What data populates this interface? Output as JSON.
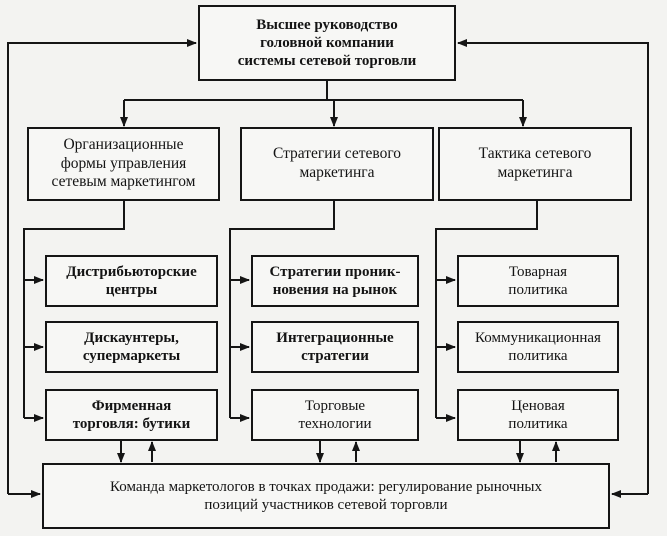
{
  "diagram": {
    "top": {
      "label": "Высшее руководство\nголовной компании\nсистемы сетевой торговли"
    },
    "columns": [
      {
        "header": "Организационные\nформы управления\nсетевым маркетингом",
        "items": [
          "Дистрибьюторские\nцентры",
          "Дискаунтеры,\nсупермаркеты",
          "Фирменная\nторговля: бутики"
        ]
      },
      {
        "header": "Стратегии сетевого\nмаркетинга",
        "items": [
          "Стратегии проник-\nновения на рынок",
          "Интеграционные\nстратегии",
          "Торговые\nтехнологии"
        ]
      },
      {
        "header": "Тактика сетевого\nмаркетинга",
        "items": [
          "Товарная\nполитика",
          "Коммуникационная\nполитика",
          "Ценовая\nполитика"
        ]
      }
    ],
    "bottom": {
      "label": "Команда маркетологов в точках продажи: регулирование рыночных\nпозиций участников сетевой торговли"
    },
    "colors": {
      "line": "#151515",
      "background": "#f3f3f1"
    }
  }
}
